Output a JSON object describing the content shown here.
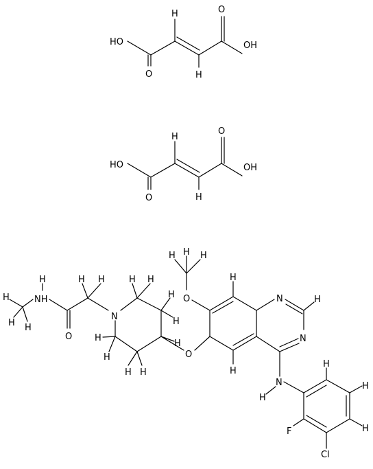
{
  "labels": {
    "fa1": {
      "ho_left": "HO",
      "o_bottom": "O",
      "o_top": "O",
      "oh_right": "OH",
      "h1": "H",
      "h2": "H"
    },
    "fa2": {
      "ho_left": "HO",
      "o_bottom": "O",
      "o_top": "O",
      "oh_right": "OH",
      "h1": "H",
      "h2": "H"
    },
    "main": {
      "nh_amide": "NH",
      "h_nh": "H",
      "methyl_h1": "H",
      "methyl_h2": "H",
      "methyl_h3": "H",
      "o_carbonyl": "O",
      "ch2_h1": "H",
      "ch2_h2": "H",
      "n_pip": "N",
      "pip_h1": "H",
      "pip_h2": "H",
      "pip_h3": "H",
      "pip_h4": "H",
      "pip_h5": "H",
      "pip_h6": "H",
      "pip_h7": "H",
      "pip_h8": "H",
      "pip_h9": "H",
      "o_ether": "O",
      "o_methoxy": "O",
      "ome_h1": "H",
      "ome_h2": "H",
      "ome_h3": "H",
      "h_c8": "H",
      "n1": "N",
      "h_c2": "H",
      "n3": "N",
      "h_c5": "H",
      "nh_aniline": "N",
      "h_aniline": "H",
      "h_ar1": "H",
      "h_ar2": "H",
      "h_ar3": "H",
      "f": "F",
      "cl": "Cl"
    }
  }
}
